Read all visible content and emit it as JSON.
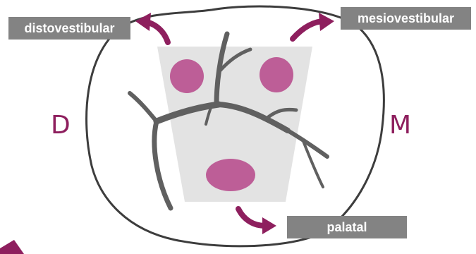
{
  "labels": {
    "distovestibular": "distovestibular",
    "mesiovestibular": "mesiovestibular",
    "palatal": "palatal"
  },
  "directions": {
    "distal": "D",
    "mesial": "M"
  },
  "colors": {
    "accent": "#8e1f5e",
    "cusp": "#bd5e97",
    "occlusal_table": "#e3e3e3",
    "fissure": "#606060",
    "outline": "#3d3d3d",
    "tag_background": "#838383",
    "tag_text": "#ffffff"
  }
}
